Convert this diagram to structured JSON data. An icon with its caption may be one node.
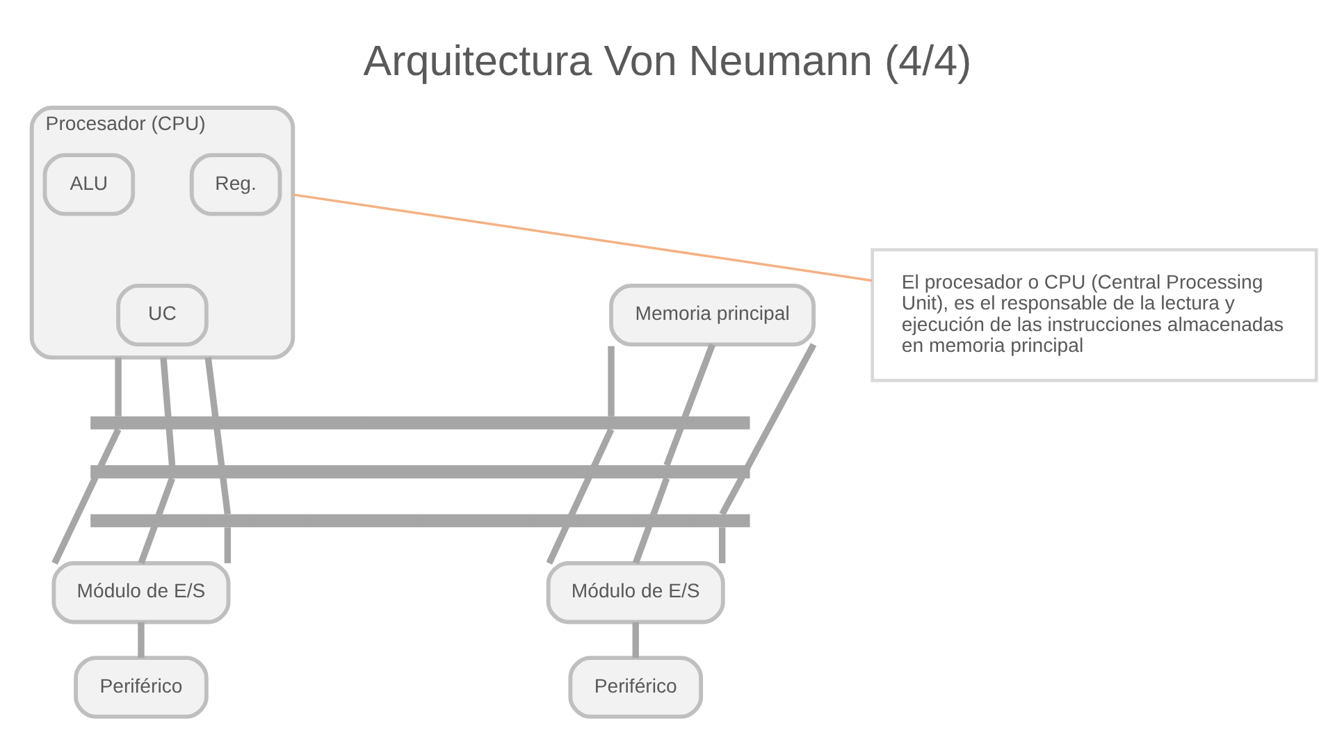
{
  "diagram": {
    "title": "Arquitectura Von Neumann (4/4)",
    "nodes": [
      {
        "text": [
          "Procesador (CPU)"
        ]
      },
      {
        "text": [
          "ALU"
        ],
        "in": 0
      },
      {
        "text": [
          "Reg."
        ],
        "in": 0
      },
      {
        "text": [
          "UC"
        ],
        "in": 0
      },
      {
        "text": [
          "Memoria principal"
        ]
      },
      {
        "text": [
          "El procesador o CPU (Central Processing Unit), es el responsable de la lectura y ejecución de las instrucciones almacenadas en memoria principal"
        ]
      },
      {
        "text": [],
        "shape": "bar"
      },
      {
        "text": [],
        "shape": "bar"
      },
      {
        "text": [],
        "shape": "bar"
      },
      {
        "text": [
          "Módulo de E/S"
        ]
      },
      {
        "text": [
          "Módulo de E/S"
        ]
      },
      {
        "text": [
          "Periférico"
        ]
      },
      {
        "text": [
          "Periférico"
        ]
      }
    ],
    "edges": [
      {
        "from": 5,
        "to": 0,
        "arrow": "none",
        "color": "#f4b183"
      },
      {
        "from": 0,
        "to": 6,
        "arrow": "none"
      },
      {
        "from": 0,
        "to": 7,
        "arrow": "none"
      },
      {
        "from": 0,
        "to": 8,
        "arrow": "none"
      },
      {
        "from": 4,
        "to": 6,
        "arrow": "none"
      },
      {
        "from": 4,
        "to": 7,
        "arrow": "none"
      },
      {
        "from": 4,
        "to": 8,
        "arrow": "none"
      },
      {
        "from": 6,
        "to": 9,
        "arrow": "none"
      },
      {
        "from": 7,
        "to": 9,
        "arrow": "none"
      },
      {
        "from": 8,
        "to": 9,
        "arrow": "none"
      },
      {
        "from": 6,
        "to": 10,
        "arrow": "none"
      },
      {
        "from": 7,
        "to": 10,
        "arrow": "none"
      },
      {
        "from": 8,
        "to": 10,
        "arrow": "none"
      },
      {
        "from": 9,
        "to": 11,
        "arrow": "none"
      },
      {
        "from": 10,
        "to": 12,
        "arrow": "none"
      }
    ]
  }
}
